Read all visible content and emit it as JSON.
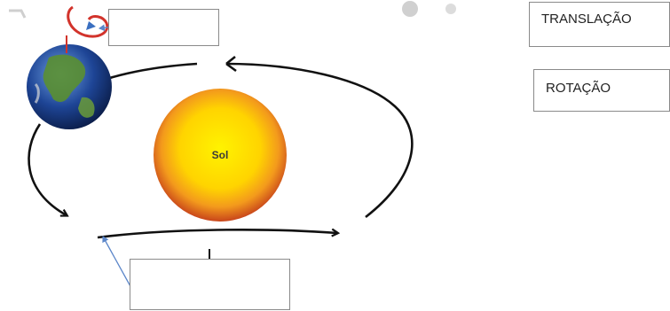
{
  "labels": {
    "translation": "TRANSLAÇÃO",
    "rotation": "ROTAÇÃO"
  },
  "sun": {
    "label": "Sol"
  },
  "blank_boxes": {
    "top": "",
    "bottom": ""
  },
  "colors": {
    "orbit": "#111111",
    "pointer_arrow": "#5b86c9",
    "rotation_arrow": "#d2332b",
    "sun_core": "#fff200",
    "sun_rim": "#d9531e",
    "earth_ocean": "#1d3f8a",
    "earth_land": "#4f8a2e"
  },
  "icons": [
    "earth-icon",
    "sun-icon",
    "rotation-arrow-icon",
    "orbit-arrow-icon",
    "pointer-arrow-icon"
  ]
}
